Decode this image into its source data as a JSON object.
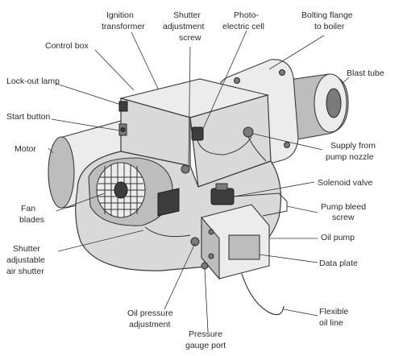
{
  "labels": {
    "ignition_transformer": [
      "Ignition",
      "transformer"
    ],
    "shutter_adjustment_screw": [
      "Shutter",
      "adjustment",
      "screw"
    ],
    "photo_electric_cell": [
      "Photo-",
      "electric cell"
    ],
    "bolting_flange": [
      "Bolting flange",
      "to boiler"
    ],
    "control_box": [
      "Control box"
    ],
    "blast_tube": [
      "Blast tube"
    ],
    "lock_out_lamp": [
      "Lock-out lamp"
    ],
    "start_button": [
      "Start button"
    ],
    "motor": [
      "Motor"
    ],
    "supply_from_pump_nozzle": [
      "Supply from",
      "pump nozzle"
    ],
    "solenoid_valve": [
      "Solenoid valve"
    ],
    "fan_blades": [
      "Fan",
      "blades"
    ],
    "pump_bleed_screw": [
      "Pump bleed",
      "screw"
    ],
    "oil_pump": [
      "Oil pump"
    ],
    "shutter_adjustable_air_shutter": [
      "Shutter",
      "adjustable",
      "air shutter"
    ],
    "data_plate": [
      "Data plate"
    ],
    "oil_pressure_adjustment": [
      "Oil pressure",
      "adjustment"
    ],
    "flexible_oil_line": [
      "Flexible",
      "oil line"
    ],
    "pressure_gauge_port": [
      "Pressure",
      "gauge port"
    ]
  }
}
